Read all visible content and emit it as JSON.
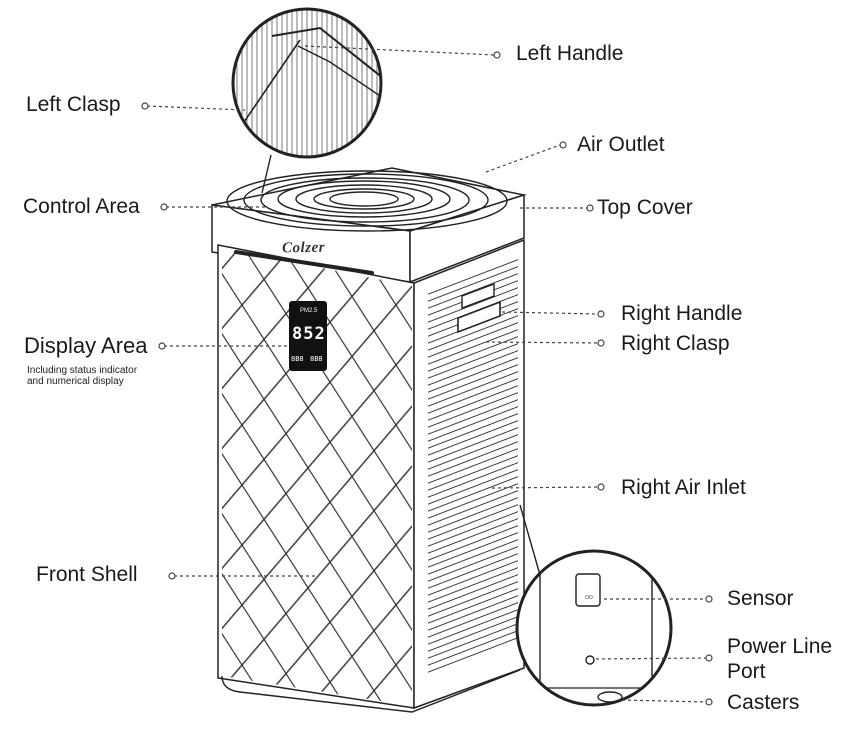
{
  "brand": "Colzer",
  "display": {
    "pm_label": "PM2.5",
    "reading": "852",
    "left_mini": "8B8",
    "right_mini": "8B8"
  },
  "labels": {
    "left_handle": "Left Handle",
    "left_clasp": "Left Clasp",
    "air_outlet": "Air Outlet",
    "control_area": "Control Area",
    "top_cover": "Top Cover",
    "right_handle": "Right Handle",
    "right_clasp": "Right Clasp",
    "display_area": "Display Area",
    "display_area_note_1": "Including status indicator",
    "display_area_note_2": "and numerical display",
    "right_air_inlet": "Right Air Inlet",
    "front_shell": "Front Shell",
    "sensor": "Sensor",
    "power_line_port_1": "Power Line",
    "power_line_port_2": "Port",
    "casters": "Casters"
  },
  "sensor_mark": "OO"
}
